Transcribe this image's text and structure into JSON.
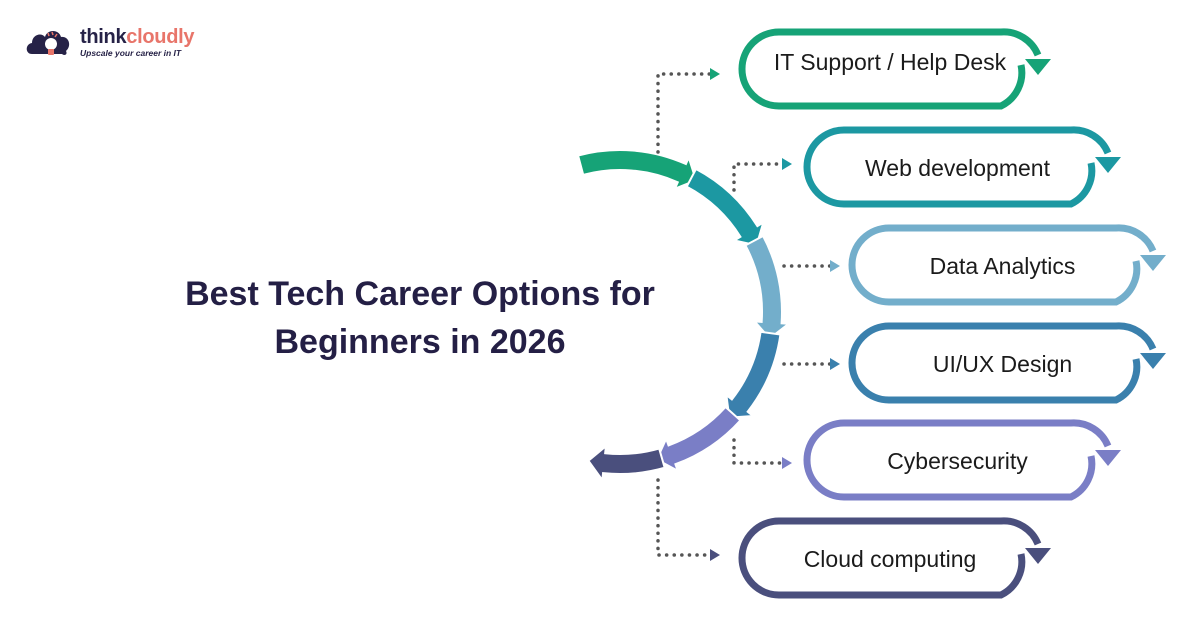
{
  "logo": {
    "brand_part1": "think",
    "brand_part2": "cloudly",
    "tagline": "Upscale your career in IT",
    "colors": {
      "dark": "#262247",
      "accent": "#e8756a"
    }
  },
  "title": {
    "line1": "Best Tech Career Options for",
    "line2": "Beginners in 2026"
  },
  "careers": [
    {
      "label": "IT Support / Help Desk",
      "color": "#16a377"
    },
    {
      "label": "Web development",
      "color": "#1c98a2"
    },
    {
      "label": "Data Analytics",
      "color": "#73aecb"
    },
    {
      "label": "UI/UX Design",
      "color": "#3a80ad"
    },
    {
      "label": "Cybersecurity",
      "color": "#7a7ec6"
    },
    {
      "label": "Cloud computing",
      "color": "#4a4f7d"
    }
  ],
  "connector_color": "#555555"
}
